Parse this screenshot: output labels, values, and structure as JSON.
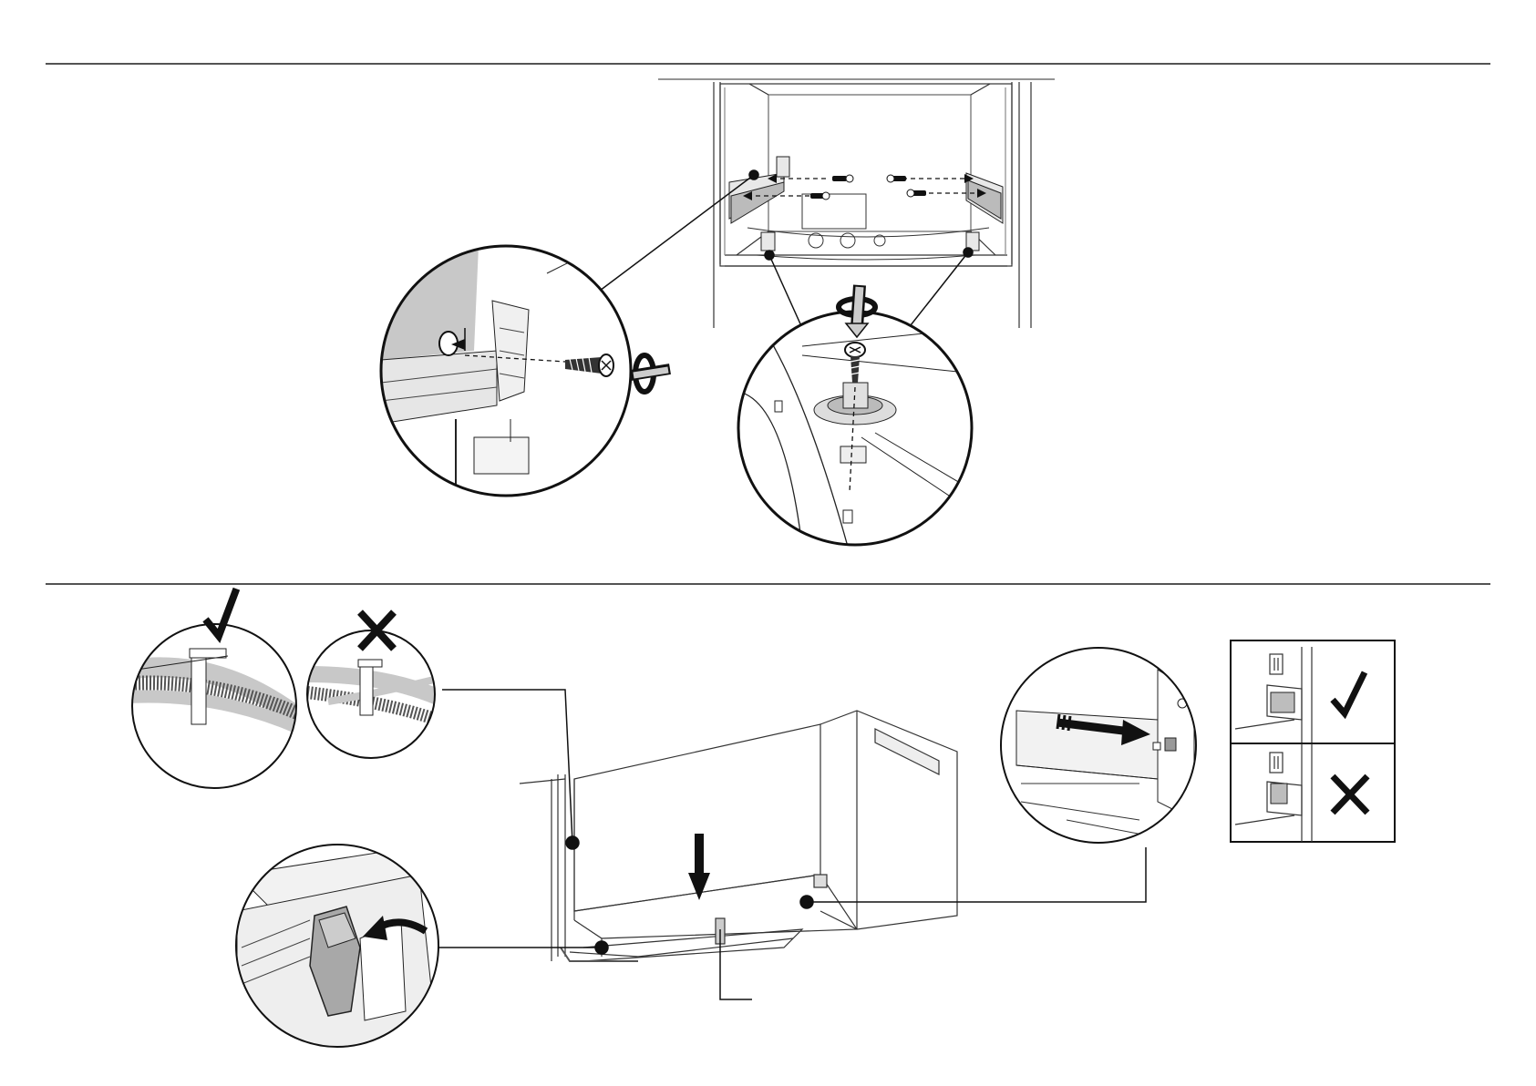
{
  "colors": {
    "line": "#1a1a1a",
    "panel_grey": "#c8c8c8",
    "background": "#ffffff",
    "mark": "#000000"
  },
  "icons": [
    "check-icon",
    "cross-icon",
    "arrow-icon",
    "screw-icon",
    "rotate-icon",
    "cable-tie-icon",
    "clip-icon"
  ],
  "steps": {
    "top": {
      "callouts": 2,
      "screws": 4
    },
    "bottom": {
      "callouts": 4,
      "comparison_panels": 2
    }
  }
}
